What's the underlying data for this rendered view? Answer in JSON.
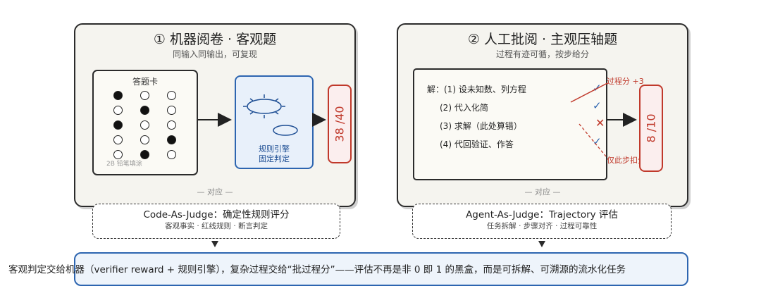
{
  "left": {
    "title": "① 机器阅卷 · 客观题",
    "subtitle": "同输入同输出，可复现",
    "card": {
      "title": "答题卡",
      "note": "2B 铅笔填涂",
      "bubbles": [
        [
          true,
          false,
          false
        ],
        [
          false,
          true,
          false
        ],
        [
          true,
          false,
          false
        ],
        [
          false,
          false,
          true
        ],
        [
          false,
          true,
          false
        ]
      ]
    },
    "engine": {
      "line1": "规则引擎",
      "line2": "固定判定"
    },
    "score": "38 /40",
    "footer": "— 对应 —"
  },
  "right": {
    "title": "② 人工批阅 · 主观压轴题",
    "subtitle": "过程有迹可循，按步给分",
    "steps": [
      "解：(1) 设未知数、列方程",
      "(2) 代入化简",
      "(3) 求解（此处算错）",
      "(4) 代回验证、作答"
    ],
    "marks": [
      "check",
      "check",
      "cross",
      "check"
    ],
    "annotation_plus": "过程分 +3",
    "annotation_minus": "仅此步扣分",
    "score": "8 /10",
    "footer": "— 对应 —"
  },
  "judges": {
    "left": {
      "title": "Code-As-Judge：确定性规则评分",
      "sub": "客观事实 · 红线规则 · 断言判定"
    },
    "right": {
      "title": "Agent-As-Judge：Trajectory 评估",
      "sub": "任务拆解 · 步骤对齐 · 过程可靠性"
    }
  },
  "summary": "客观判定交给机器（verifier reward + 规则引擎），复杂过程交给“批过程分”——评估不再是非 0 即 1 的黑盒，而是可拆解、可溯源的流水化任务",
  "colors": {
    "blue": "#2d65b0",
    "red": "#c0392b",
    "panel": "#f5f4ef"
  }
}
